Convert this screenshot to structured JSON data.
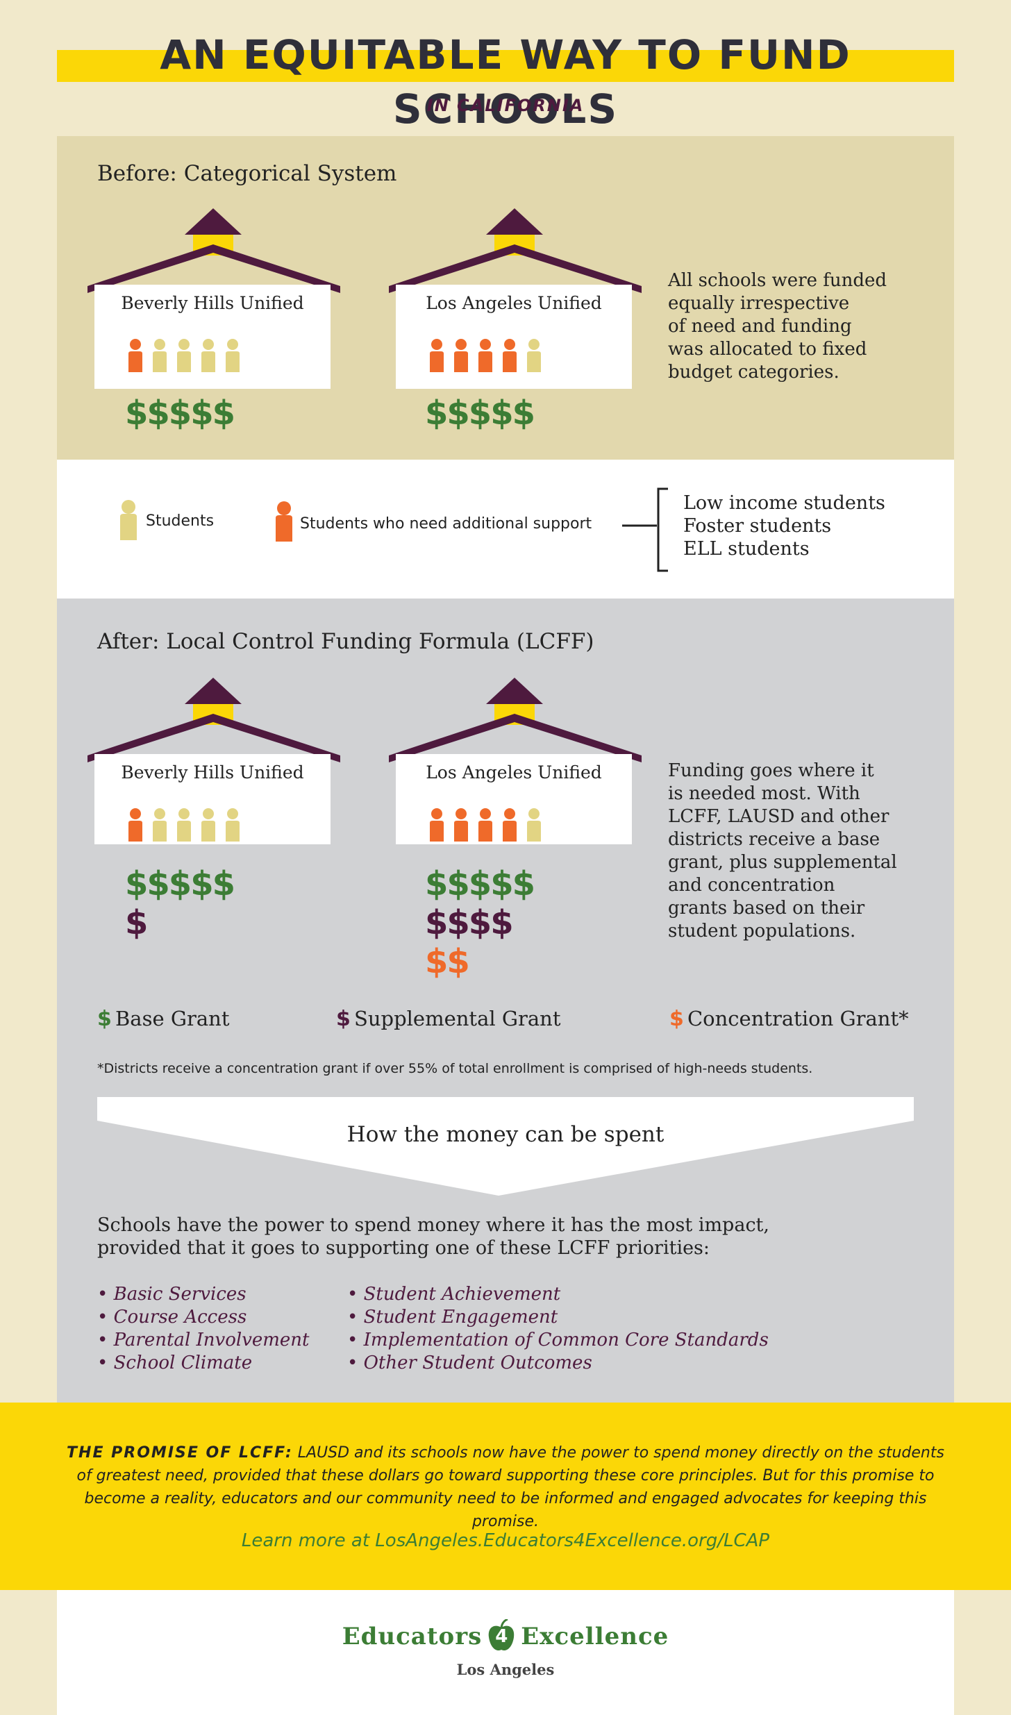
{
  "header": {
    "title": "AN EQUITABLE WAY TO FUND SCHOOLS",
    "subtitle": "IN CALIFORNIA"
  },
  "colors": {
    "yellow": "#fbd707",
    "purple": "#4e1a3e",
    "green": "#3c7d35",
    "orange": "#ef6a2a",
    "student": "#e2d483",
    "before_bg": "#e2d8ad",
    "after_bg": "#d1d2d4"
  },
  "before": {
    "title": "Before: Categorical System",
    "schools": [
      {
        "name": "Beverly Hills Unified",
        "students": [
          "orange",
          "yellow",
          "yellow",
          "yellow",
          "yellow"
        ],
        "base": "$$$$$"
      },
      {
        "name": "Los Angeles Unified",
        "students": [
          "orange",
          "orange",
          "orange",
          "orange",
          "yellow"
        ],
        "base": "$$$$$"
      }
    ],
    "description": [
      "All schools were funded",
      "equally irrespective",
      "of need and funding",
      "was allocated to fixed",
      "budget categories."
    ]
  },
  "legend": {
    "students": "Students",
    "needs_support": "Students who need additional support",
    "groups": [
      "Low income students",
      "Foster students",
      "ELL students"
    ]
  },
  "after": {
    "title": "After: Local Control Funding Formula (LCFF)",
    "schools": [
      {
        "name": "Beverly Hills Unified",
        "students": [
          "orange",
          "yellow",
          "yellow",
          "yellow",
          "yellow"
        ],
        "base": "$$$$$",
        "supplemental": "$",
        "concentration": ""
      },
      {
        "name": "Los Angeles Unified",
        "students": [
          "orange",
          "orange",
          "orange",
          "orange",
          "yellow"
        ],
        "base": "$$$$$",
        "supplemental": "$$$$",
        "concentration": "$$"
      }
    ],
    "description": [
      "Funding goes where it",
      "is needed most. With",
      "LCFF, LAUSD and other",
      "districts receive a base",
      "grant, plus supplemental",
      "and concentration",
      "grants based on their",
      "student populations."
    ],
    "grants": [
      {
        "symbol": "$",
        "label": "Base Grant",
        "color": "green"
      },
      {
        "symbol": "$",
        "label": "Supplemental Grant",
        "color": "purple"
      },
      {
        "symbol": "$",
        "label": "Concentration Grant*",
        "color": "orange"
      }
    ],
    "footnote": "*Districts receive a concentration grant if over 55% of total enrollment is comprised of high-needs students."
  },
  "spending": {
    "banner": "How the money can be spent",
    "intro": [
      "Schools have the power to spend money where it has the most impact,",
      "provided that it goes to supporting one of these LCFF priorities:"
    ],
    "priorities_left": [
      "• Basic Services",
      "• Course Access",
      "• Parental Involvement",
      "• School Climate"
    ],
    "priorities_right": [
      "• Student Achievement",
      "• Student Engagement",
      "• Implementation of Common Core Standards",
      "• Other Student Outcomes"
    ]
  },
  "promise": {
    "heading": "THE PROMISE OF LCFF:",
    "body": " LAUSD and its schools now have the power to spend money directly on the students of greatest need, provided that these dollars go toward supporting these core principles. But for this promise to become a reality, educators and our community need to be informed and engaged advocates for keeping this promise.",
    "link": "Learn more at LosAngeles.Educators4Excellence.org/LCAP"
  },
  "footer": {
    "logo_left": "Educators",
    "logo_number": "4",
    "logo_right": "Excellence",
    "logo_sub": "Los Angeles"
  }
}
